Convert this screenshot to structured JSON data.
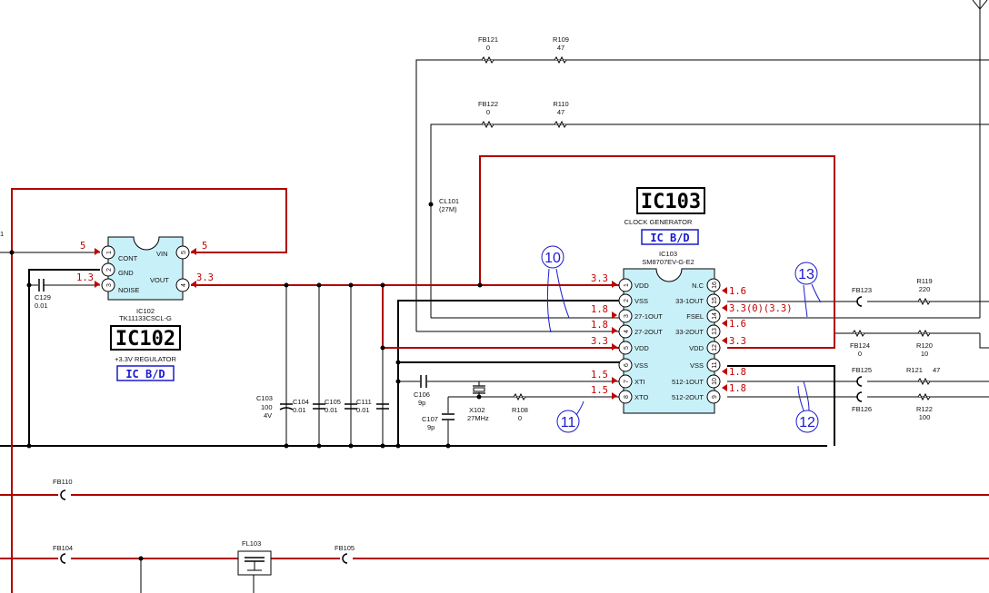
{
  "ic102": {
    "name_big": "IC102",
    "ref": "IC102",
    "part": "TK11133CSCL-G",
    "function": "+3.3V REGULATOR",
    "board": "IC B/D",
    "pins": {
      "p1": "CONT",
      "p2": "GND",
      "p3": "NOISE",
      "p4": "VOUT",
      "p5": "VIN",
      "n1": "1",
      "n2": "2",
      "n3": "3",
      "n4": "4",
      "n5": "5"
    },
    "voltages": {
      "cont": "5",
      "noise": "1.3",
      "vin": "5",
      "vout": "3.3"
    }
  },
  "ic103": {
    "name_big": "IC103",
    "function": "CLOCK GENERATOR",
    "board": "IC B/D",
    "ref": "IC103",
    "part": "SM8707EV-G-E2",
    "left_pins": [
      {
        "num": "1",
        "name": "VDD",
        "v": "3.3"
      },
      {
        "num": "2",
        "name": "VSS",
        "v": ""
      },
      {
        "num": "3",
        "name": "27-1OUT",
        "v": "1.8"
      },
      {
        "num": "4",
        "name": "27-2OUT",
        "v": "1.8"
      },
      {
        "num": "5",
        "name": "VDD",
        "v": "3.3"
      },
      {
        "num": "6",
        "name": "VSS",
        "v": ""
      },
      {
        "num": "7",
        "name": "XTI",
        "v": "1.5"
      },
      {
        "num": "8",
        "name": "XTO",
        "v": "1.5"
      }
    ],
    "right_pins": [
      {
        "num": "16",
        "name": "N.C",
        "v": "1.6"
      },
      {
        "num": "15",
        "name": "33-1OUT",
        "v": "3.3(0)(3.3)"
      },
      {
        "num": "14",
        "name": "FSEL",
        "v": "1.6"
      },
      {
        "num": "13",
        "name": "33-2OUT",
        "v": "3.3"
      },
      {
        "num": "12",
        "name": "VDD",
        "v": ""
      },
      {
        "num": "11",
        "name": "VSS",
        "v": "1.8"
      },
      {
        "num": "10",
        "name": "512-1OUT",
        "v": "1.8"
      },
      {
        "num": "9",
        "name": "512-2OUT",
        "v": ""
      }
    ]
  },
  "components": {
    "fb121": {
      "ref": "FB121",
      "val": "0"
    },
    "r109": {
      "ref": "R109",
      "val": "47"
    },
    "fb122": {
      "ref": "FB122",
      "val": "0"
    },
    "r110": {
      "ref": "R110",
      "val": "47"
    },
    "cl101": {
      "ref": "CL101",
      "val": "(27M)"
    },
    "c129": {
      "ref": "C129",
      "val": "0.01"
    },
    "c103": {
      "ref": "C103",
      "val1": "100",
      "val2": "4V"
    },
    "c104": {
      "ref": "C104",
      "val": "0.01"
    },
    "c105": {
      "ref": "C105",
      "val": "0.01"
    },
    "c111": {
      "ref": "C111",
      "val": "0.01"
    },
    "c106": {
      "ref": "C106",
      "val": "9p"
    },
    "c107": {
      "ref": "C107",
      "val": "9p"
    },
    "x102": {
      "ref": "X102",
      "val": "27MHz"
    },
    "r108": {
      "ref": "R108",
      "val": "0"
    },
    "fb123": {
      "ref": "FB123"
    },
    "r119": {
      "ref": "R119",
      "val": "220"
    },
    "fb124": {
      "ref": "FB124",
      "val": "0"
    },
    "r120": {
      "ref": "R120",
      "val": "10"
    },
    "fb125": {
      "ref": "FB125"
    },
    "r121": {
      "ref": "R121",
      "val": "47"
    },
    "fb126": {
      "ref": "FB126"
    },
    "r122": {
      "ref": "R122",
      "val": "100"
    },
    "fb110": {
      "ref": "FB110"
    },
    "fb104": {
      "ref": "FB104"
    },
    "fl103": {
      "ref": "FL103"
    },
    "fb105": {
      "ref": "FB105"
    }
  },
  "callouts": {
    "c10": "10",
    "c11": "11",
    "c12": "12",
    "c13": "13"
  },
  "edge_label": "1",
  "colors": {
    "red_wire": "#b00000",
    "black_wire": "#000000",
    "ic_fill": "#c8f0f8",
    "blue": "#1a1acc",
    "red_text": "#c00000"
  }
}
